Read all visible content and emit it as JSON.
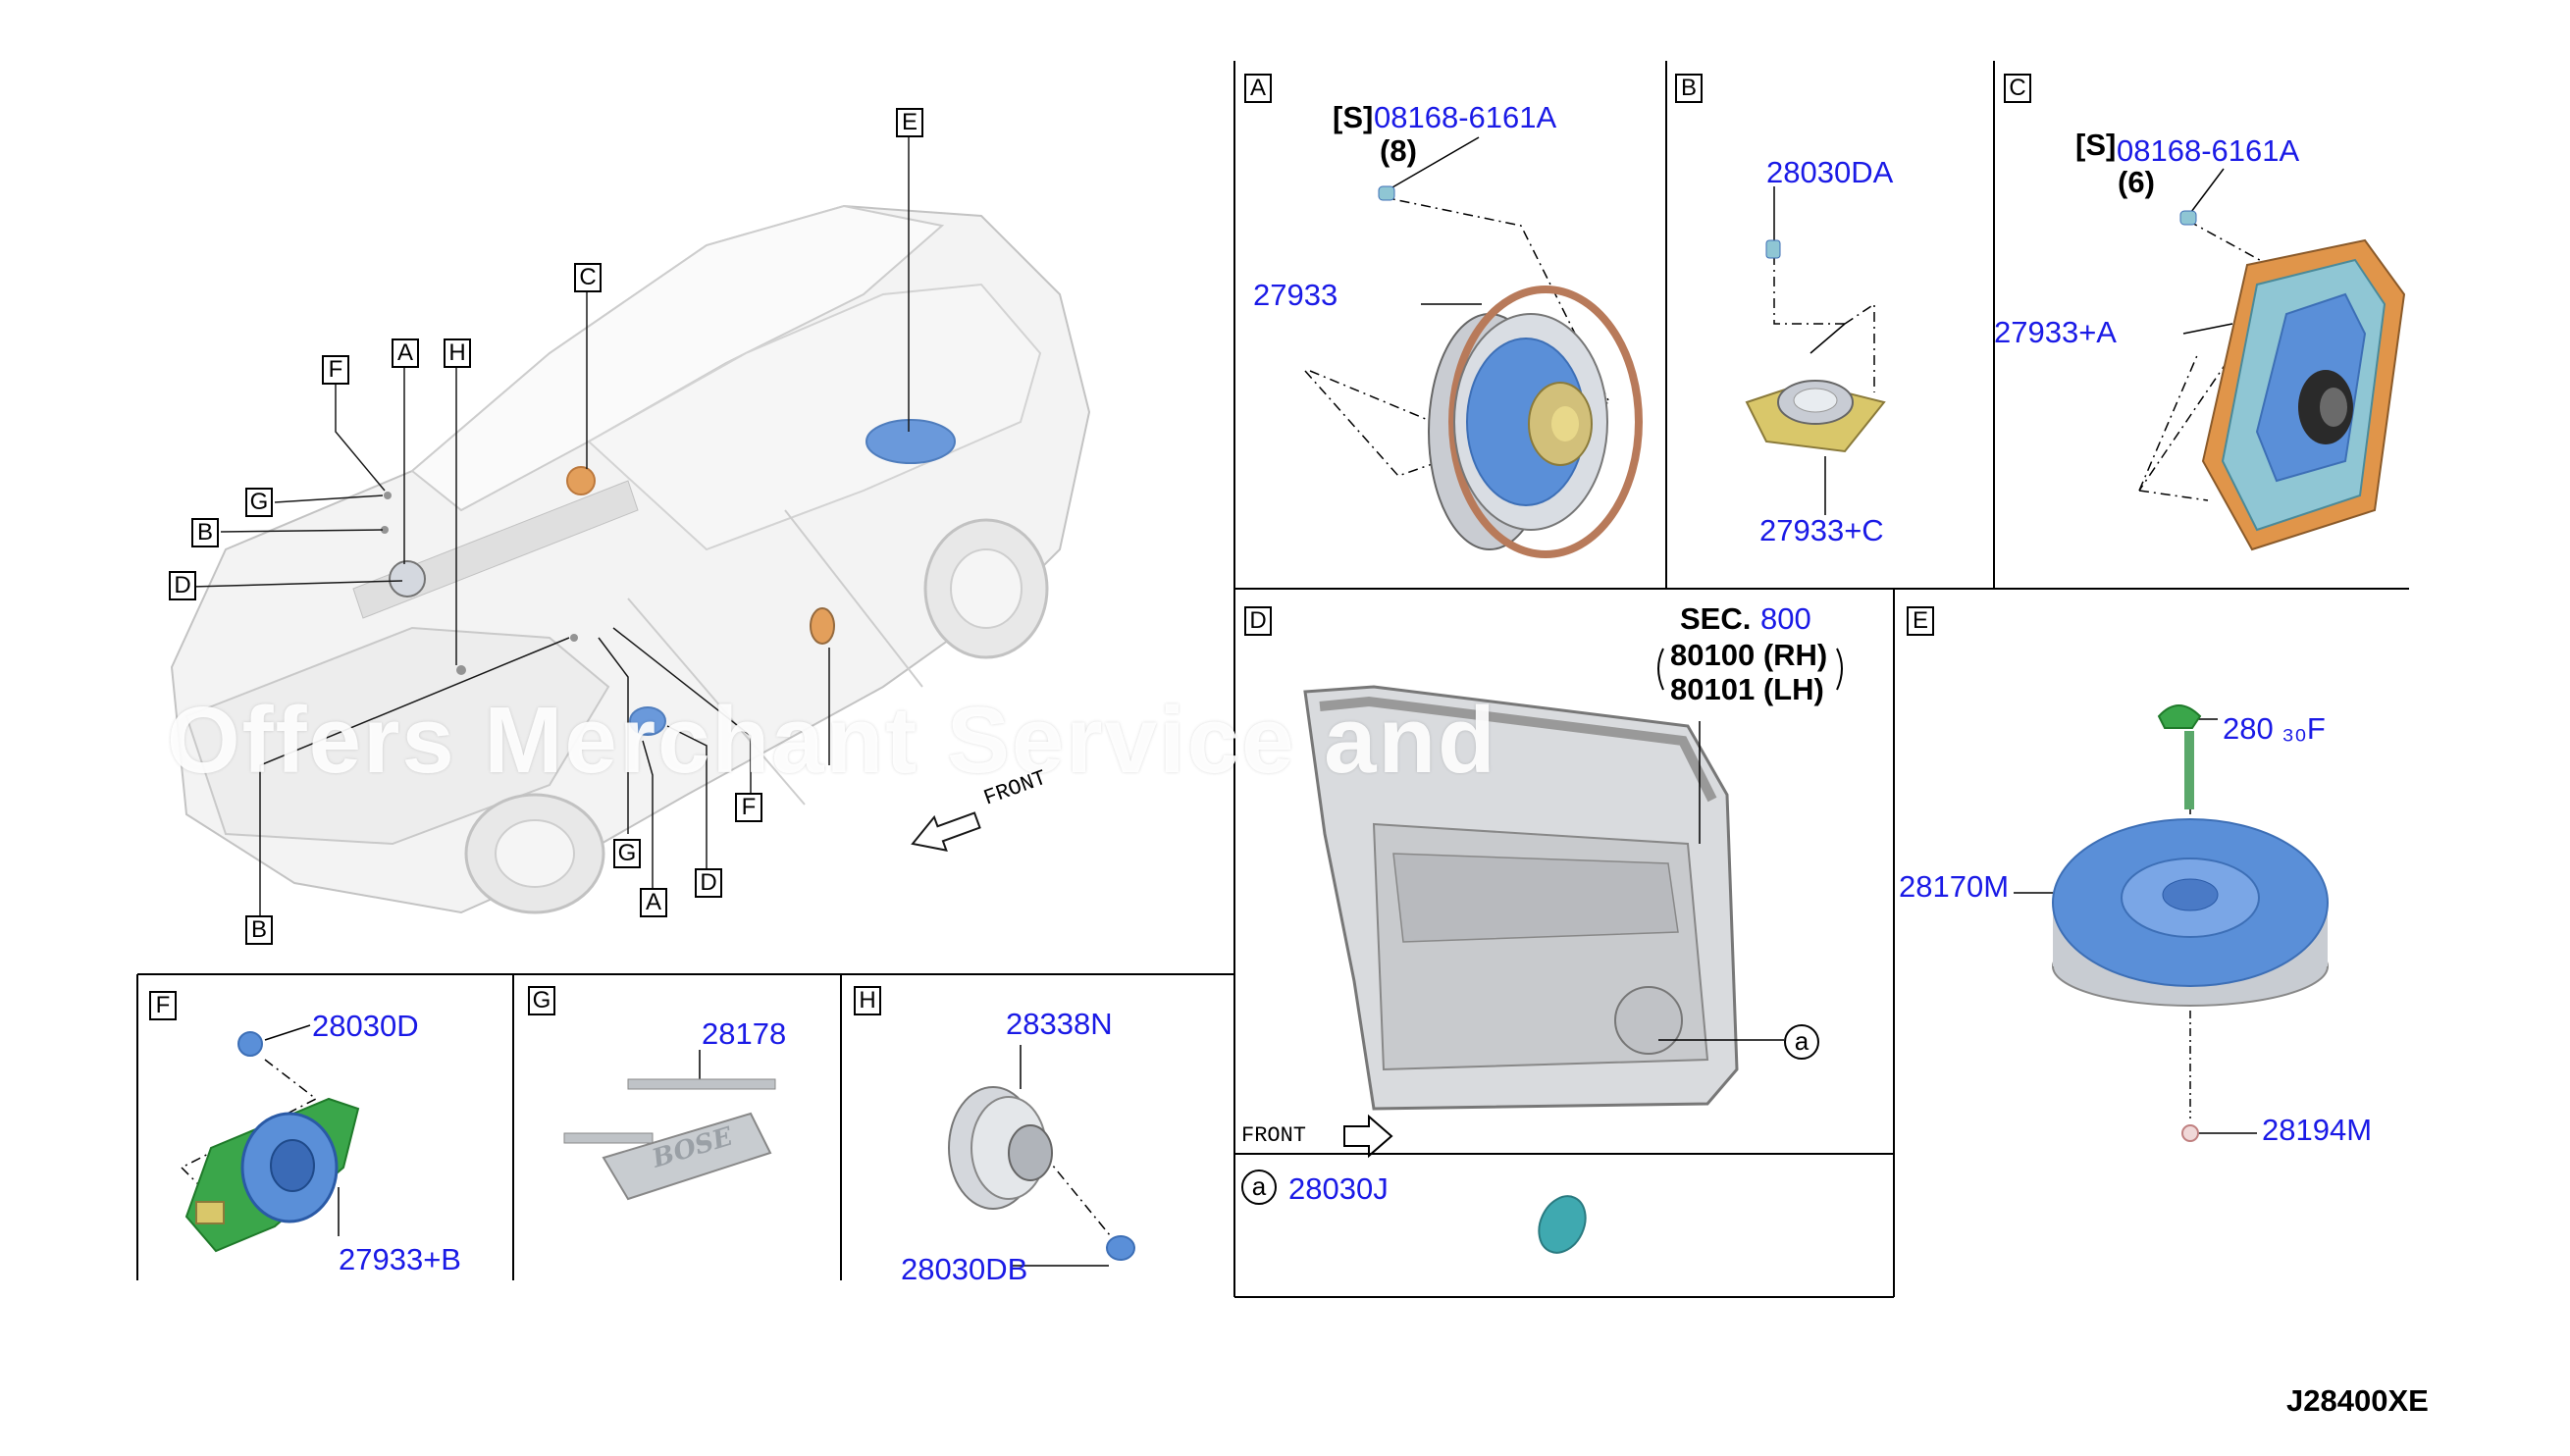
{
  "diagram_id": "J28400XE",
  "watermark": "Offers Merchant Service and",
  "callouts_vehicle": [
    "E",
    "C",
    "F",
    "A",
    "H",
    "G",
    "B",
    "D",
    "F",
    "G",
    "A",
    "D",
    "B"
  ],
  "vehicle_front_label": "FRONT",
  "panelA": {
    "tag": "A",
    "screw_prefix": "[S]",
    "screw_part": "08168-6161A",
    "screw_qty": "(8)",
    "speaker_part": "27933"
  },
  "panelB": {
    "tag": "B",
    "screw_part": "28030DA",
    "tweeter_part": "27933+C"
  },
  "panelC": {
    "tag": "C",
    "screw_prefix": "[S]",
    "screw_part": "08168-6161A",
    "screw_qty": "(6)",
    "speaker_part": "27933+A"
  },
  "panelD": {
    "tag": "D",
    "sec_prefix": "SEC.",
    "sec_num": "800",
    "door_rh": "80100 (RH)",
    "door_lh": "80101 (LH)",
    "callout": "a",
    "front_label": "FRONT"
  },
  "panelE": {
    "tag": "E",
    "clip_part": "280 ₃₀F",
    "woofer_part": "28170M",
    "washer_part": "28194M"
  },
  "panel_a": {
    "tag": "a",
    "seal_part": "28030J"
  },
  "panelF": {
    "tag": "F",
    "screw_part": "28030D",
    "speaker_part": "27933+B"
  },
  "panelG": {
    "tag": "G",
    "badge_part": "28178",
    "badge_text": "BOSE"
  },
  "panelH": {
    "tag": "H",
    "speaker_part": "28338N",
    "screw_part": "28030DB"
  },
  "colors": {
    "part_number": "#1a1ae6",
    "speaker_blue": "#5a8fd8",
    "speaker_teal": "#8fc6d4",
    "speaker_orange": "#e0954a",
    "bracket_green": "#3aa64a",
    "seal_teal": "#3fa9b0"
  }
}
